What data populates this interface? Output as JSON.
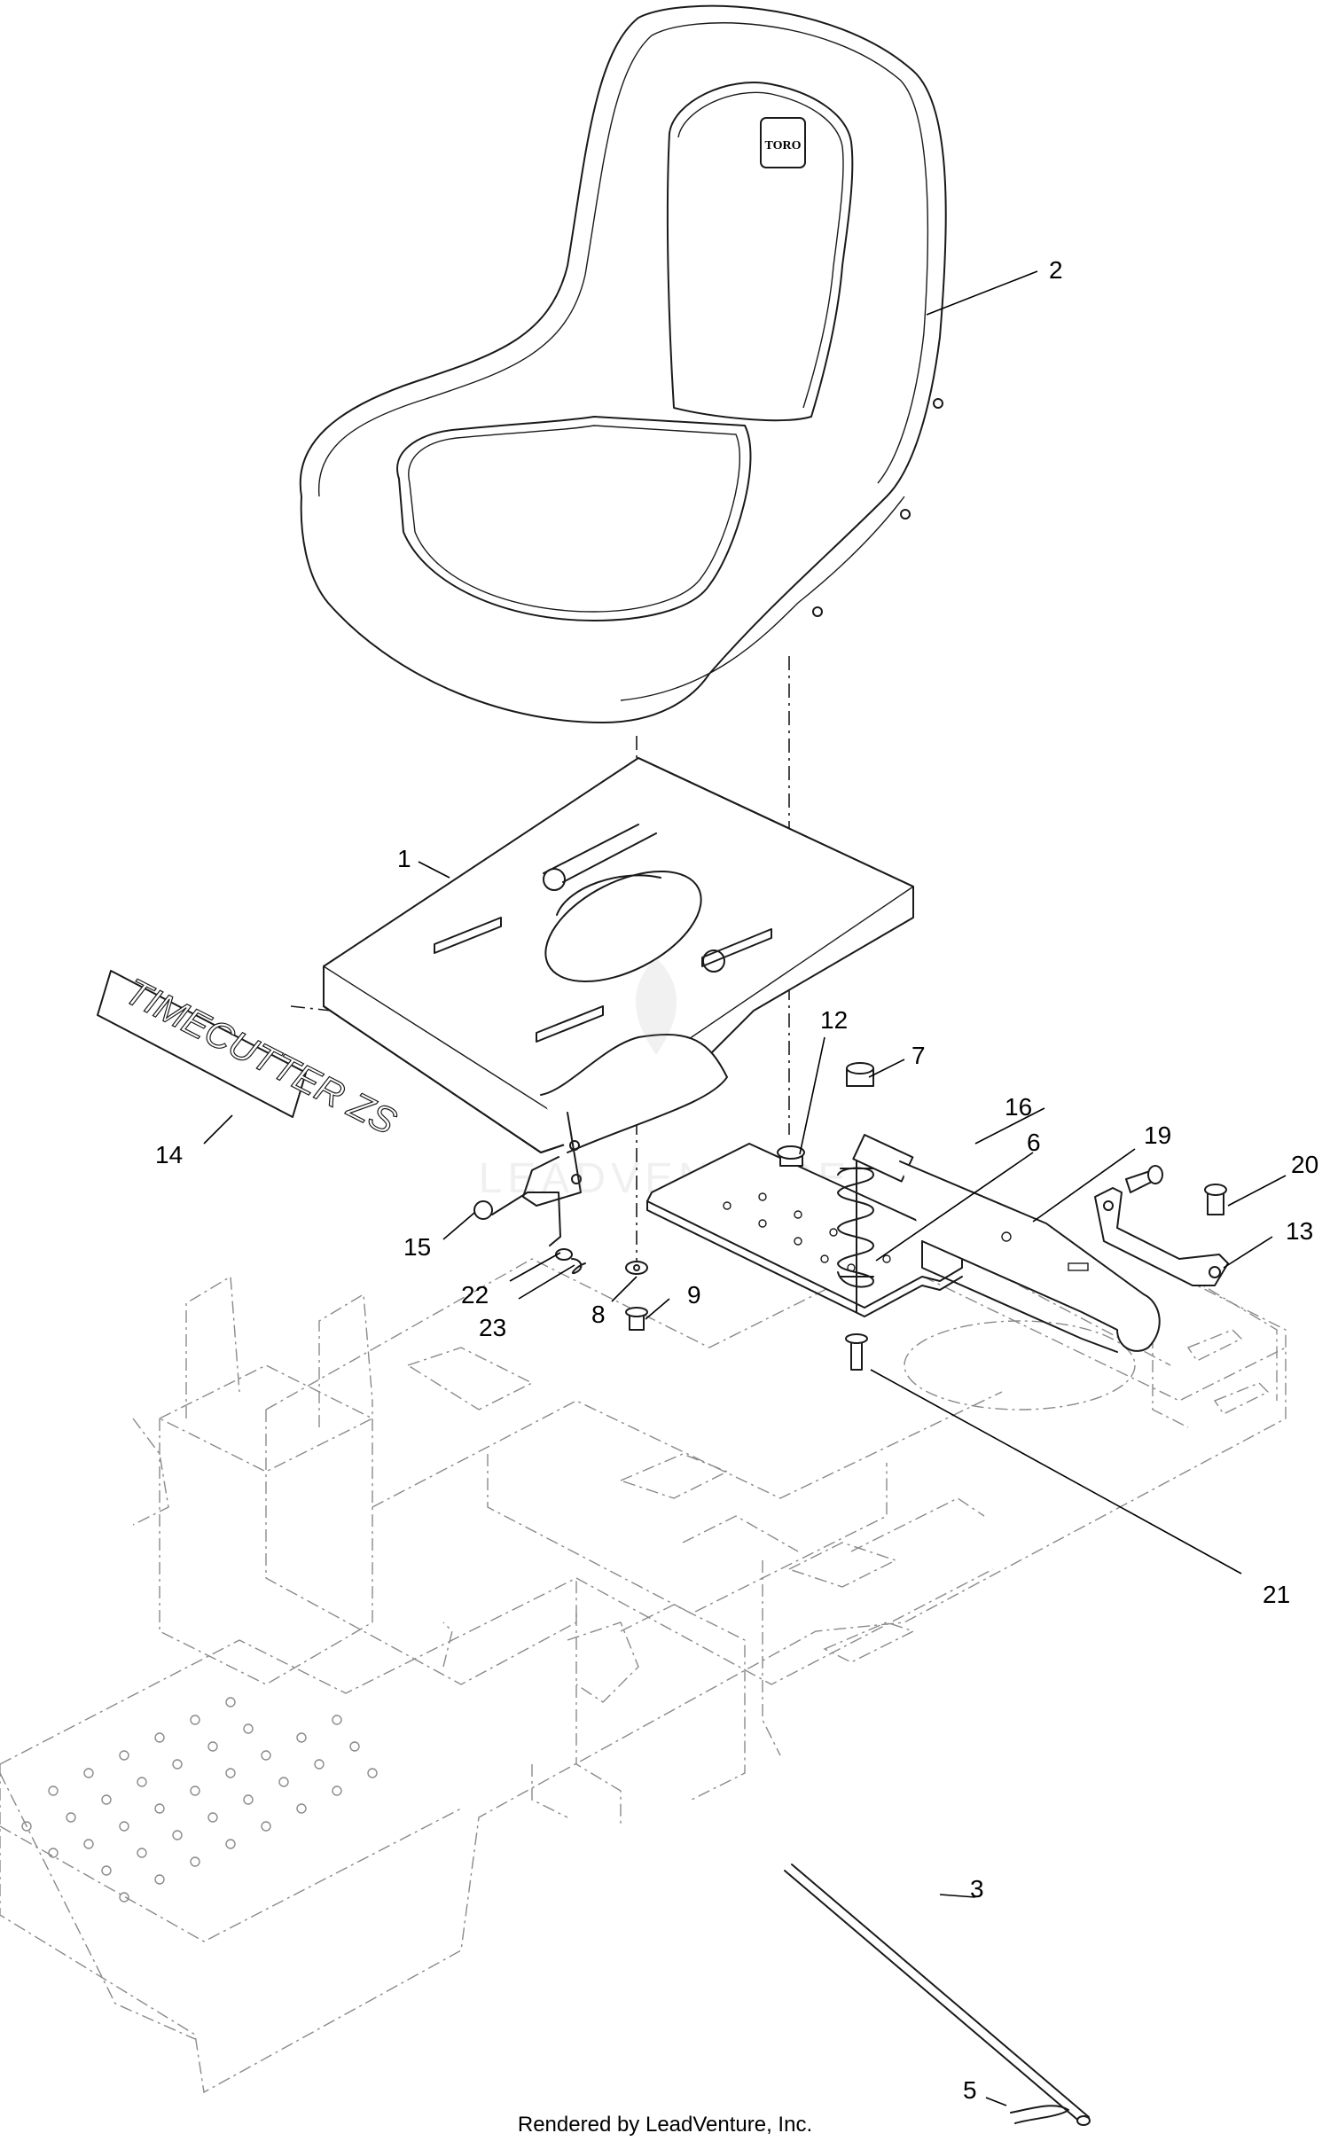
{
  "callouts": [
    {
      "id": "c1",
      "label": "1"
    },
    {
      "id": "c2",
      "label": "2"
    },
    {
      "id": "c3",
      "label": "3"
    },
    {
      "id": "c5",
      "label": "5"
    },
    {
      "id": "c6",
      "label": "6"
    },
    {
      "id": "c7",
      "label": "7"
    },
    {
      "id": "c8",
      "label": "8"
    },
    {
      "id": "c9",
      "label": "9"
    },
    {
      "id": "c12",
      "label": "12"
    },
    {
      "id": "c13",
      "label": "13"
    },
    {
      "id": "c14",
      "label": "14"
    },
    {
      "id": "c15",
      "label": "15"
    },
    {
      "id": "c16",
      "label": "16"
    },
    {
      "id": "c19",
      "label": "19"
    },
    {
      "id": "c20",
      "label": "20"
    },
    {
      "id": "c21",
      "label": "21"
    },
    {
      "id": "c22",
      "label": "22"
    },
    {
      "id": "c23",
      "label": "23"
    }
  ],
  "seat_logo": "TORO",
  "decal_text": "TIMECUTTER ZS",
  "watermark": "LEADVENTURE",
  "footer": "Rendered by LeadVenture, Inc."
}
